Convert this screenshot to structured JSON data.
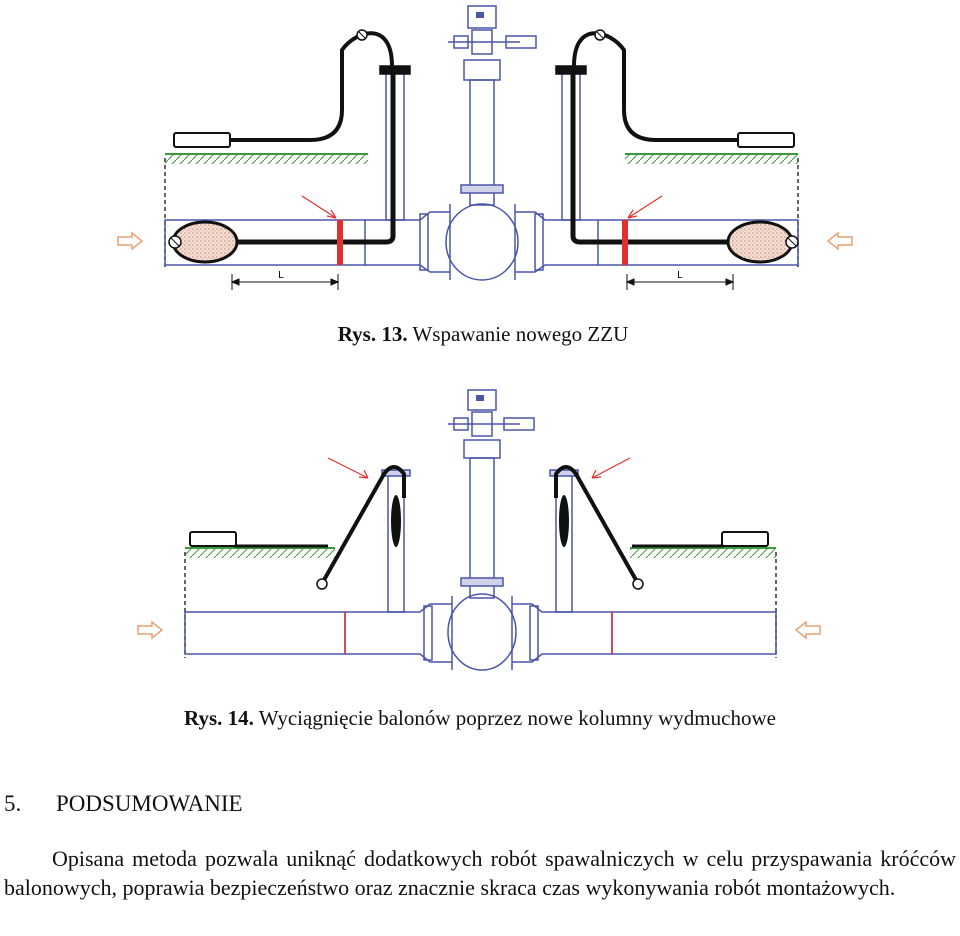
{
  "figures": [
    {
      "id": "rys13",
      "caption_label": "Rys. 13.",
      "caption_text": "Wspawanie nowego ZZU",
      "dimension_left": "L",
      "dimension_right": "L"
    },
    {
      "id": "rys14",
      "caption_label": "Rys. 14.",
      "caption_text": "Wyciągnięcie balonów poprzez nowe kolumny wydmuchowe"
    }
  ],
  "section": {
    "number": "5.",
    "title": "PODSUMOWANIE",
    "paragraph": "Opisana metoda pozwala uniknąć dodatkowych robót spawalniczych w celu przyspawania króćców balonowych, poprawia bezpieczeństwo oraz znacznie skraca czas wykonywania robót montażowych."
  },
  "colors": {
    "pipe": "#4a55a8",
    "ground": "#3c9a3c",
    "hose": "#111111",
    "marker": "#e03030",
    "arrow": "#e8a070"
  }
}
